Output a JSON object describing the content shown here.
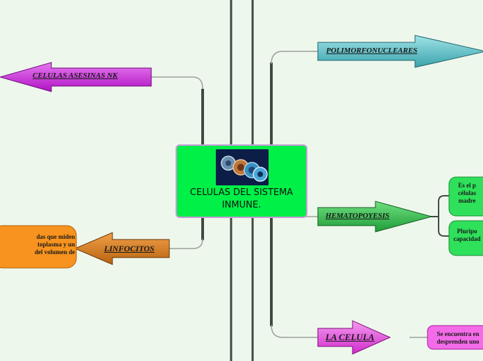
{
  "center": {
    "title_line1": "CELULAS DEL SISTEMA",
    "title_line2": "INMUNE.",
    "image_icon": "immune-cells-picture"
  },
  "branches": {
    "nk": "CELULAS ASESINAS NK",
    "linfocitos": "LINFOCITOS",
    "polimorfonucleares": "POLIMORFONUCLEARES",
    "hematopoyesis": "HEMATOPOYESIS",
    "la_celula": "LA CELULA"
  },
  "notes": {
    "linfocitos": [
      "das que miden",
      "toplasma y un",
      "del volumen de"
    ],
    "hema_1": [
      "Es el p",
      "células",
      "madre"
    ],
    "hema_2": [
      "Pluripo",
      "capacidad"
    ],
    "celula": [
      "Se encuentra en",
      "desprenden uno"
    ]
  },
  "colors": {
    "background": "#eef7ec",
    "center_fill": "#00f047",
    "nk": "#c41fd6",
    "linfocitos": "#d07a1f",
    "polimorfonucleares": "#4fb8c0",
    "hematopoyesis": "#2fb84a",
    "la_celula": "#e03ad8",
    "note_orange": "#f7931e",
    "note_green": "#2ee05a",
    "note_pink": "#f36be8"
  }
}
